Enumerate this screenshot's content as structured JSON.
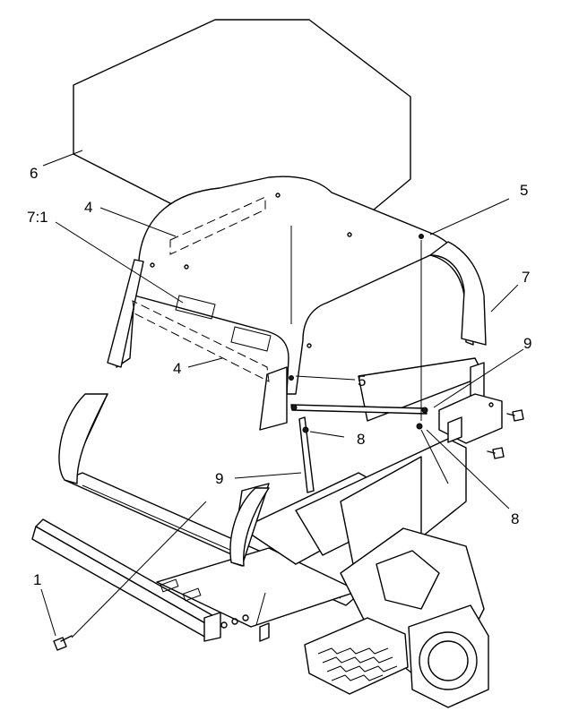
{
  "callouts": [
    {
      "id": "c1",
      "label": "1"
    },
    {
      "id": "c4a",
      "label": "4"
    },
    {
      "id": "c4b",
      "label": "4"
    },
    {
      "id": "c5a",
      "label": "5"
    },
    {
      "id": "c5b",
      "label": "5"
    },
    {
      "id": "c6",
      "label": "6"
    },
    {
      "id": "c7",
      "label": "7"
    },
    {
      "id": "c71",
      "label": "7:1"
    },
    {
      "id": "c8a",
      "label": "8"
    },
    {
      "id": "c8b",
      "label": "8"
    },
    {
      "id": "c9a",
      "label": "9"
    },
    {
      "id": "c9b",
      "label": "9"
    }
  ]
}
